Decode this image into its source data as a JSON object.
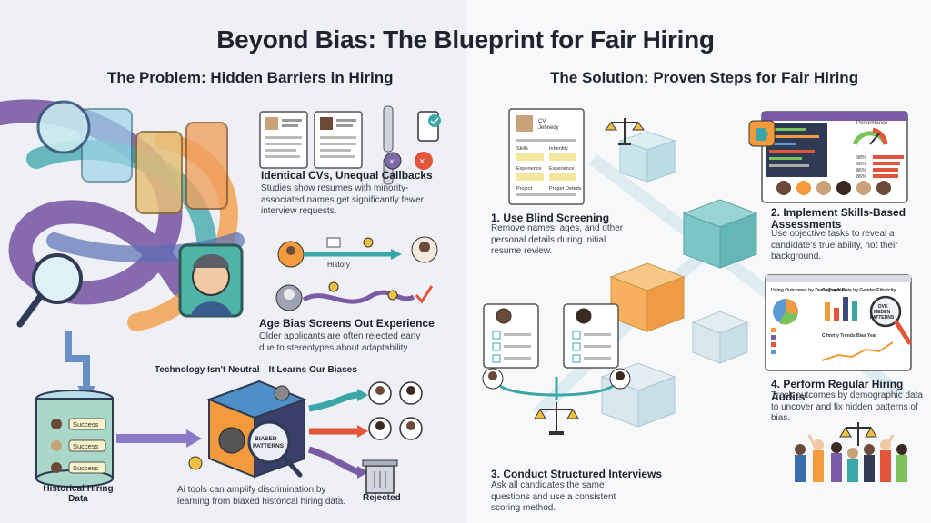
{
  "title": "Beyond Bias: The Blueprint for Fair Hiring",
  "problem": {
    "heading": "The Problem: Hidden Barriers in Hiring",
    "cv": {
      "title": "Identical CVs, Unequal Callbacks",
      "desc": "Studies show resumes with minority-associated names get significantly fewer interview requests."
    },
    "age": {
      "title": "Age Bias Screens Out Experience",
      "desc": "Older applicants are often rejected early due to stereotypes about adaptability.",
      "history_label": "History"
    },
    "tech": {
      "title": "Technology Isn't Neutral—It Learns Our Biases",
      "desc": "Ai tools can amplify discrimination by learning from biaxed historical hiring data.",
      "historical_label": "Historical Hiring Data",
      "success_labels": [
        "Success",
        "Success",
        "Success"
      ],
      "cube_label": "BIASED PATTERNS",
      "rejected_label": "Rejected"
    }
  },
  "solution": {
    "heading": "The Solution: Proven Steps for Fair Hiring",
    "step1": {
      "title": "1. Use Blind Screening",
      "desc": "Remove names, ages, and other personal details during initial resume review.",
      "resume_fields": [
        "CV",
        "Jehnedy",
        "Skills",
        "Inhentity",
        "Experience",
        "Experience",
        "Project",
        "Proger Deteds"
      ]
    },
    "step2": {
      "title": "2. Implement Skills-Based Assessments",
      "desc": "Use objective tasks to reveal a candidate's true ability, not their background.",
      "panel_label": "Performance",
      "percents": [
        "98%",
        "96%",
        "86%",
        "86%"
      ]
    },
    "step3": {
      "title": "3. Conduct Structured Interviews",
      "desc": "Ask all candidates the same questions and use a consistent scoring method."
    },
    "step4": {
      "title": "4. Perform Regular Hiring Audits",
      "desc": "Trask outcomes by demographic data to uncover and fix hidden patterns of bias.",
      "chart_title_left": "Using Outcomes by Demographics",
      "chart_title_right": "Callback Rate by Gender/Ethnicity",
      "chart_title_bottom": "Cihnrtly Trends Bias Year",
      "magnifier_label": "DVE MEDEN PATTERNS"
    }
  },
  "colors": {
    "purple": "#7b5aa6",
    "teal": "#3aa6a8",
    "orange": "#f39a3c",
    "green": "#7cc15a",
    "navy": "#3b4a7a",
    "red": "#e2553b"
  }
}
